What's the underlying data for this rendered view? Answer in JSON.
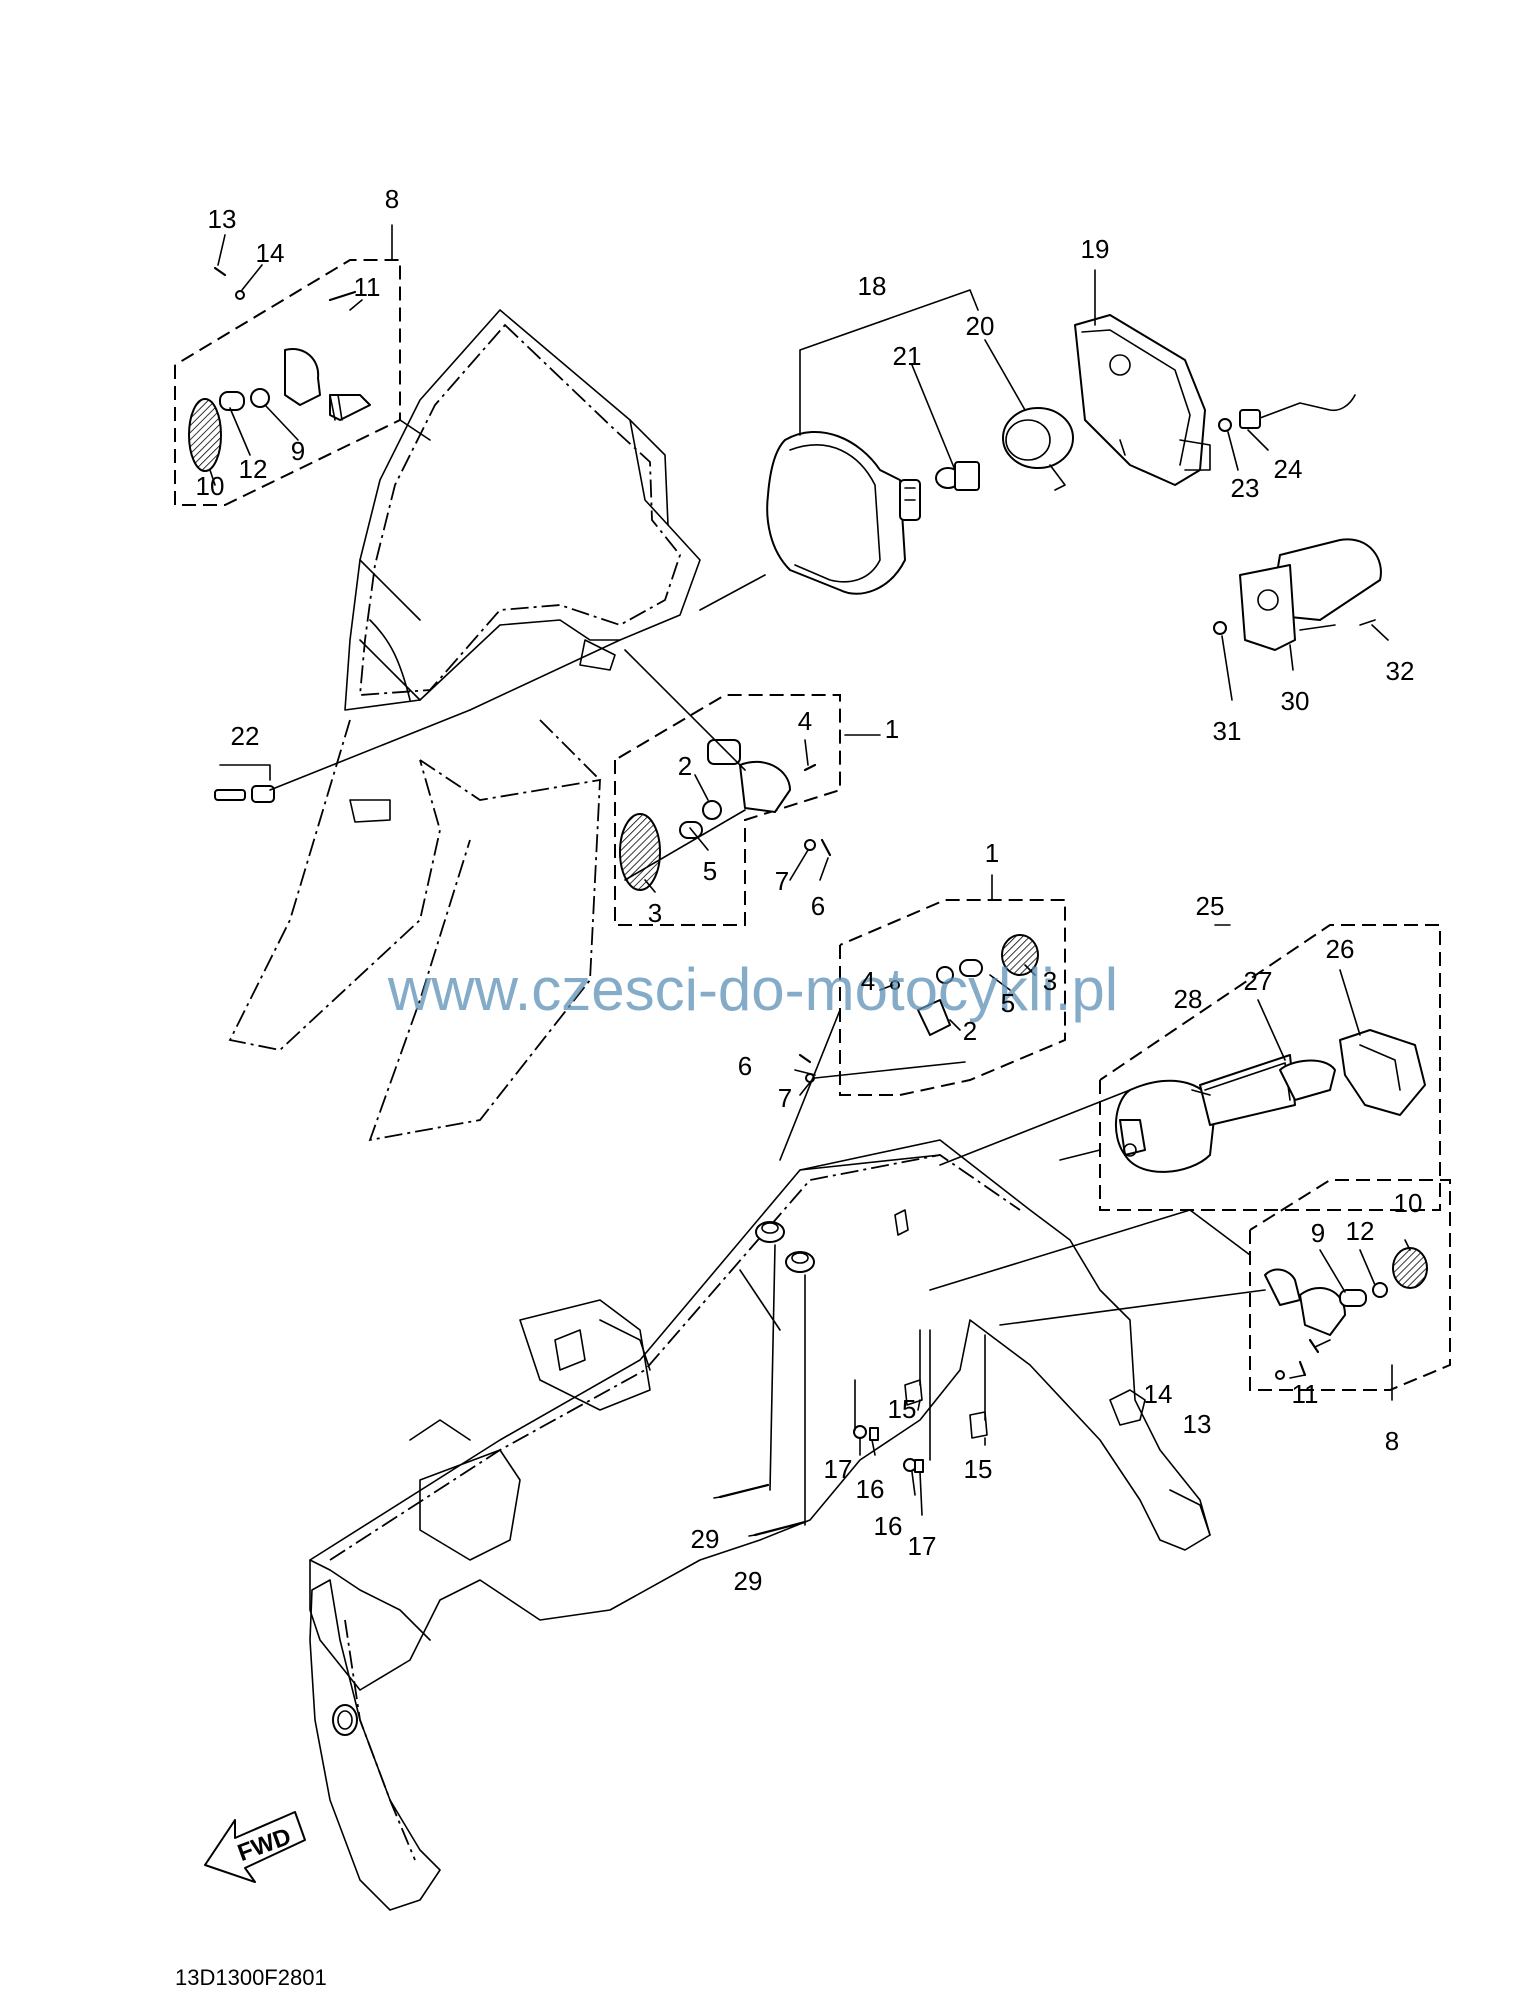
{
  "diagram": {
    "watermark": "www.czesci-do-motocykli.pl",
    "drawing_code": "13D1300F2801",
    "direction_label": "FWD",
    "callouts": [
      {
        "id": "c13a",
        "text": "13"
      },
      {
        "id": "c8a",
        "text": "8"
      },
      {
        "id": "c14a",
        "text": "14"
      },
      {
        "id": "c11a",
        "text": "11"
      },
      {
        "id": "c9a",
        "text": "9"
      },
      {
        "id": "c10a",
        "text": "10"
      },
      {
        "id": "c12a",
        "text": "12"
      },
      {
        "id": "c18",
        "text": "18"
      },
      {
        "id": "c21",
        "text": "21"
      },
      {
        "id": "c20",
        "text": "20"
      },
      {
        "id": "c19",
        "text": "19"
      },
      {
        "id": "c23",
        "text": "23"
      },
      {
        "id": "c24",
        "text": "24"
      },
      {
        "id": "c32",
        "text": "32"
      },
      {
        "id": "c30",
        "text": "30"
      },
      {
        "id": "c31",
        "text": "31"
      },
      {
        "id": "c22",
        "text": "22"
      },
      {
        "id": "c4a",
        "text": "4"
      },
      {
        "id": "c1a",
        "text": "1"
      },
      {
        "id": "c2a",
        "text": "2"
      },
      {
        "id": "c5a",
        "text": "5"
      },
      {
        "id": "c7a",
        "text": "7"
      },
      {
        "id": "c3a",
        "text": "3"
      },
      {
        "id": "c6a",
        "text": "6"
      },
      {
        "id": "c1b",
        "text": "1"
      },
      {
        "id": "c25",
        "text": "25"
      },
      {
        "id": "c26",
        "text": "26"
      },
      {
        "id": "c27",
        "text": "27"
      },
      {
        "id": "c28",
        "text": "28"
      },
      {
        "id": "c4b",
        "text": "4"
      },
      {
        "id": "c3b",
        "text": "3"
      },
      {
        "id": "c5b",
        "text": "5"
      },
      {
        "id": "c2b",
        "text": "2"
      },
      {
        "id": "c6b",
        "text": "6"
      },
      {
        "id": "c7b",
        "text": "7"
      },
      {
        "id": "c10b",
        "text": "10"
      },
      {
        "id": "c12b",
        "text": "12"
      },
      {
        "id": "c9b",
        "text": "9"
      },
      {
        "id": "c14b",
        "text": "14"
      },
      {
        "id": "c13b",
        "text": "13"
      },
      {
        "id": "c11b",
        "text": "11"
      },
      {
        "id": "c8b",
        "text": "8"
      },
      {
        "id": "c15a",
        "text": "15"
      },
      {
        "id": "c15b",
        "text": "15"
      },
      {
        "id": "c17a",
        "text": "17"
      },
      {
        "id": "c16a",
        "text": "16"
      },
      {
        "id": "c16b",
        "text": "16"
      },
      {
        "id": "c17b",
        "text": "17"
      },
      {
        "id": "c29a",
        "text": "29"
      },
      {
        "id": "c29b",
        "text": "29"
      }
    ]
  }
}
